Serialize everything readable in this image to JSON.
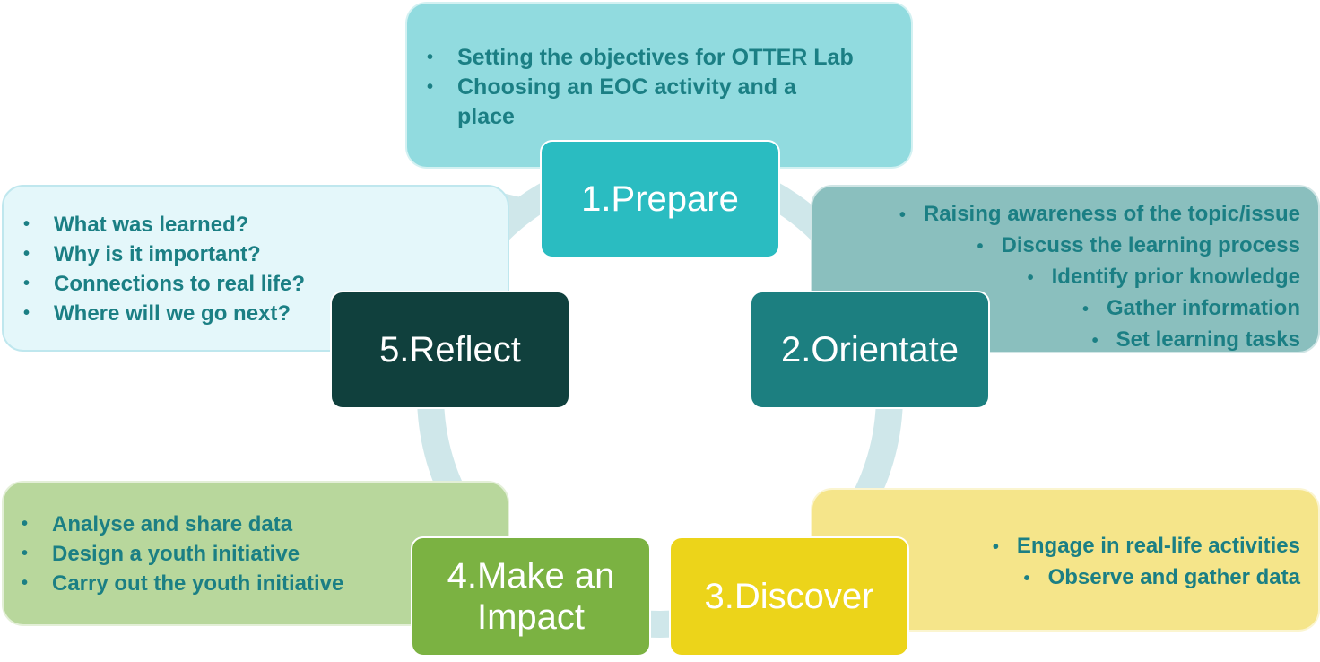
{
  "steps": {
    "prepare": {
      "label": "1.Prepare"
    },
    "orientate": {
      "label": "2.Orientate"
    },
    "discover": {
      "label": "3.Discover"
    },
    "impact": {
      "label": "4.Make an Impact"
    },
    "reflect": {
      "label": "5.Reflect"
    }
  },
  "info": {
    "prepare": [
      "Setting the objectives for OTTER Lab",
      "Choosing an EOC activity and a place"
    ],
    "orientate": [
      "Raising awareness of the topic/issue",
      "Discuss the learning process",
      "Identify prior knowledge",
      "Gather information",
      "Set learning tasks"
    ],
    "discover": [
      "Engage in real-life activities",
      "Observe and gather data"
    ],
    "impact": [
      "Analyse and share data",
      "Design a youth initiative",
      "Carry out the youth initiative"
    ],
    "reflect": [
      "What was learned?",
      "Why is it important?",
      "Connections to real life?",
      "Where will we go next?"
    ]
  },
  "colors": {
    "prepare": "#2abcc1",
    "orientate": "#1c7f80",
    "discover": "#ecd41a",
    "impact": "#7bb242",
    "reflect": "#10403d",
    "ring": "#cfe7ea",
    "bullet_text": "#1b7f84"
  }
}
